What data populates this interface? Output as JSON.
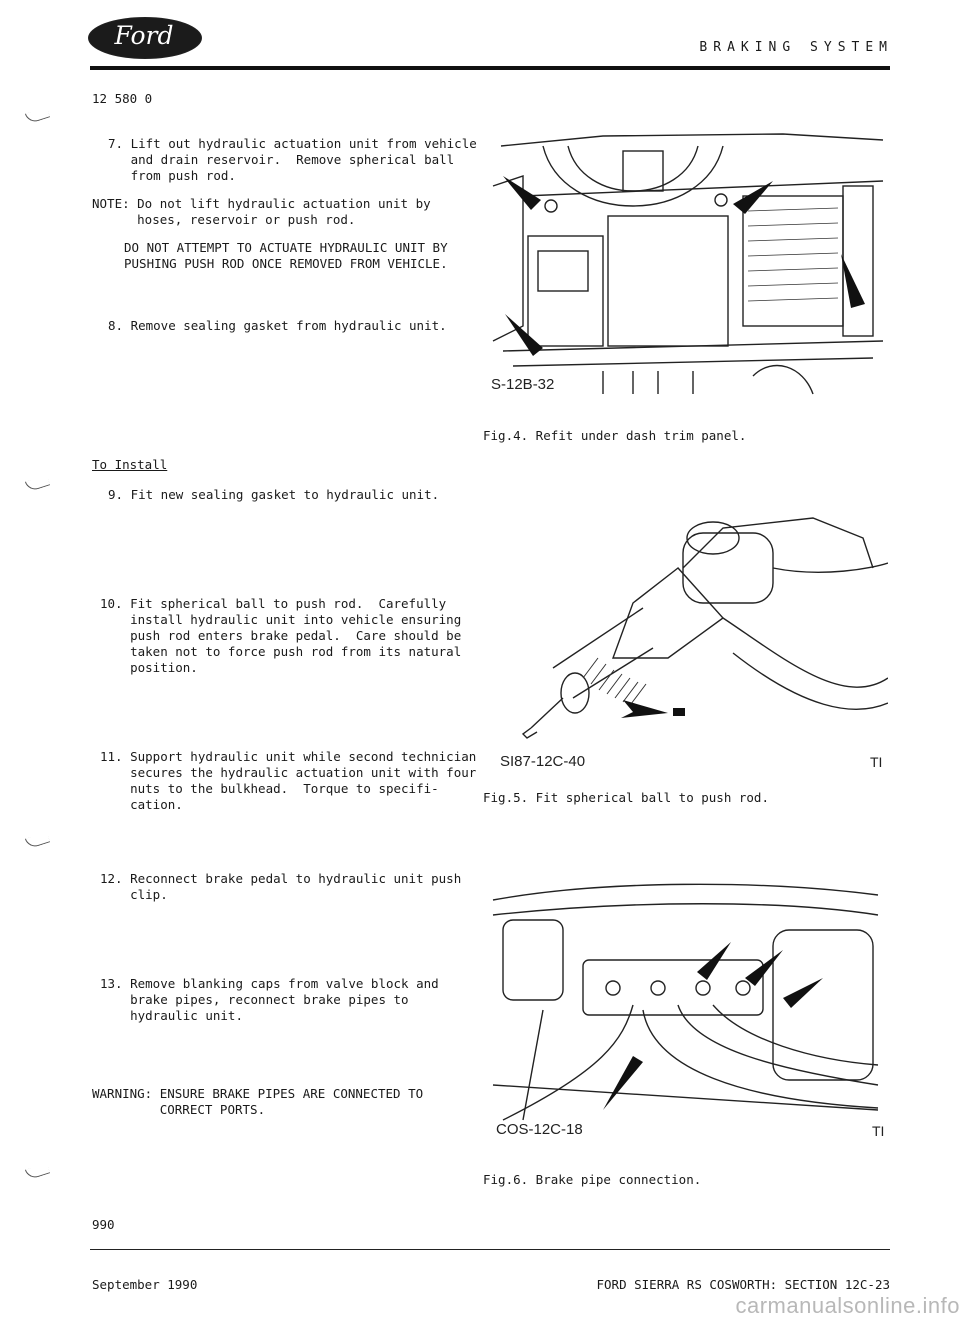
{
  "header": {
    "logo_text": "Ford",
    "title": "BRAKING SYSTEM",
    "doc_number": "12 580 0"
  },
  "steps": [
    {
      "id": "7",
      "text": "7. Lift out hydraulic actuation unit from vehicle\n   and drain reservoir.  Remove spherical ball\n   from push rod."
    },
    {
      "id": "note",
      "text": "NOTE: Do not lift hydraulic actuation unit by\n      hoses, reservoir or push rod."
    },
    {
      "id": "note2",
      "text": "DO NOT ATTEMPT TO ACTUATE HYDRAULIC UNIT BY\nPUSHING PUSH ROD ONCE REMOVED FROM VEHICLE."
    },
    {
      "id": "8",
      "text": "8. Remove sealing gasket from hydraulic unit."
    },
    {
      "id": "9",
      "text": "9. Fit new sealing gasket to hydraulic unit."
    },
    {
      "id": "10",
      "text": "10. Fit spherical ball to push rod.  Carefully\n    install hydraulic unit into vehicle ensuring\n    push rod enters brake pedal.  Care should be\n    taken not to force push rod from its natural\n    position."
    },
    {
      "id": "11",
      "text": "11. Support hydraulic unit while second technician\n    secures the hydraulic actuation unit with four\n    nuts to the bulkhead.  Torque to specifi-\n    cation."
    },
    {
      "id": "12",
      "text": "12. Reconnect brake pedal to hydraulic unit push\n    clip."
    },
    {
      "id": "13",
      "text": "13. Remove blanking caps from valve block and\n    brake pipes, reconnect brake pipes to\n    hydraulic unit."
    },
    {
      "id": "warning",
      "text": "WARNING: ENSURE BRAKE PIPES ARE CONNECTED TO\n         CORRECT PORTS."
    }
  ],
  "install_heading": "To Install",
  "figures": [
    {
      "code": "S-12B-32",
      "ti": "",
      "caption": "Fig.4. Refit under dash trim panel."
    },
    {
      "code": "SI87-12C-40",
      "ti": "TI",
      "caption": "Fig.5. Fit spherical ball to push rod."
    },
    {
      "code": "COS-12C-18",
      "ti": "TI",
      "caption": "Fig.6. Brake pipe connection."
    }
  ],
  "footer": {
    "page_number": "990",
    "date": "September 1990",
    "section": "FORD SIERRA RS COSWORTH: SECTION 12C-23",
    "watermark": "carmanualsonline.info"
  }
}
